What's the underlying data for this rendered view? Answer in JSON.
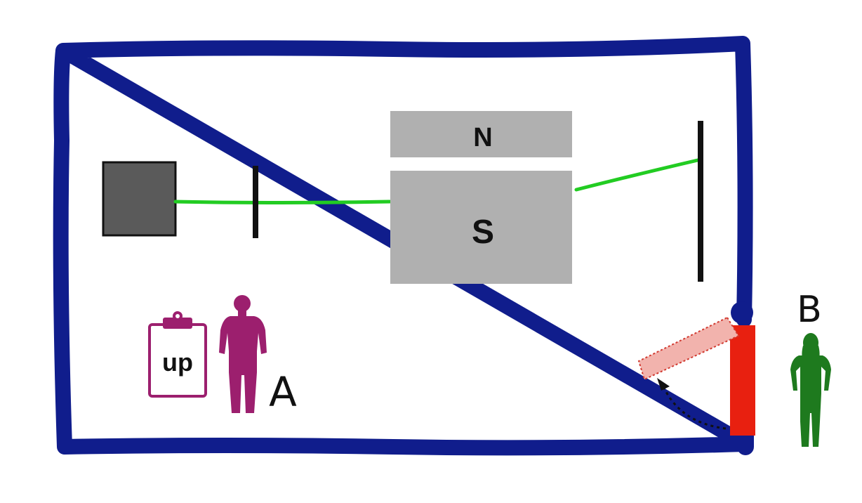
{
  "magnet": {
    "north_label": "N",
    "south_label": "S"
  },
  "observer_a": {
    "label": "A",
    "clipboard_text": "up",
    "color": "#9c1f6e"
  },
  "observer_b": {
    "label": "B",
    "color": "#1e7a1e"
  },
  "colors": {
    "room_wall": "#101d8c",
    "beam": "#22cc22",
    "source": "#5a5a5a",
    "magnet": "#b0b0b0",
    "door_closed": "#e82010",
    "door_open": "#f2b3ad"
  },
  "icons": {
    "source": "square-block",
    "slit": "vertical-bar",
    "screen": "vertical-bar",
    "clipboard": "clipboard-icon",
    "door-arrow": "curved-dotted-arrow"
  }
}
